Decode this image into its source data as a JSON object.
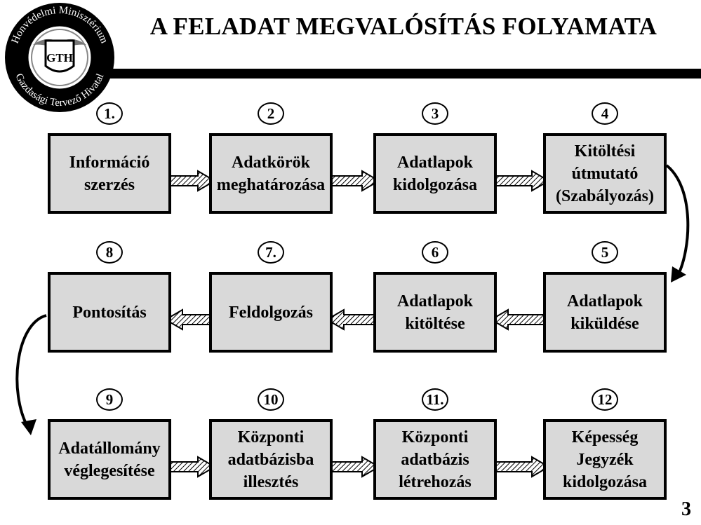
{
  "title": "A FELADAT MEGVALÓSÍTÁS FOLYAMATA",
  "logo": {
    "top_text": "Honvédelmi Minisztérium",
    "bottom_text": "Gazdasági Tervező Hivatal",
    "monogram": "GTH"
  },
  "steps": [
    {
      "number": "1.",
      "lines": [
        "Információ",
        "szerzés"
      ]
    },
    {
      "number": "2",
      "lines": [
        "Adatkörök",
        "meghatározása"
      ]
    },
    {
      "number": "3",
      "lines": [
        "Adatlapok",
        "kidolgozása"
      ]
    },
    {
      "number": "4",
      "lines": [
        "Kitöltési",
        "útmutató",
        "(Szabályozás)"
      ]
    },
    {
      "number": "5",
      "lines": [
        "Adatlapok",
        "kiküldése"
      ]
    },
    {
      "number": "6",
      "lines": [
        "Adatlapok",
        "kitöltése"
      ]
    },
    {
      "number": "7.",
      "lines": [
        "Feldolgozás"
      ]
    },
    {
      "number": "8",
      "lines": [
        "Pontosítás"
      ]
    },
    {
      "number": "9",
      "lines": [
        "Adatállomány",
        "véglegesítése"
      ]
    },
    {
      "number": "10",
      "lines": [
        "Központi",
        "adatbázisba",
        "illesztés"
      ]
    },
    {
      "number": "11.",
      "lines": [
        "Központi",
        "adatbázis",
        "létrehozás"
      ]
    },
    {
      "number": "12",
      "lines": [
        "Képesség",
        "Jegyzék",
        "kidolgozása"
      ]
    }
  ],
  "page_number": "3",
  "colors": {
    "box_fill": "#d9d9d9",
    "ink": "#000000"
  }
}
